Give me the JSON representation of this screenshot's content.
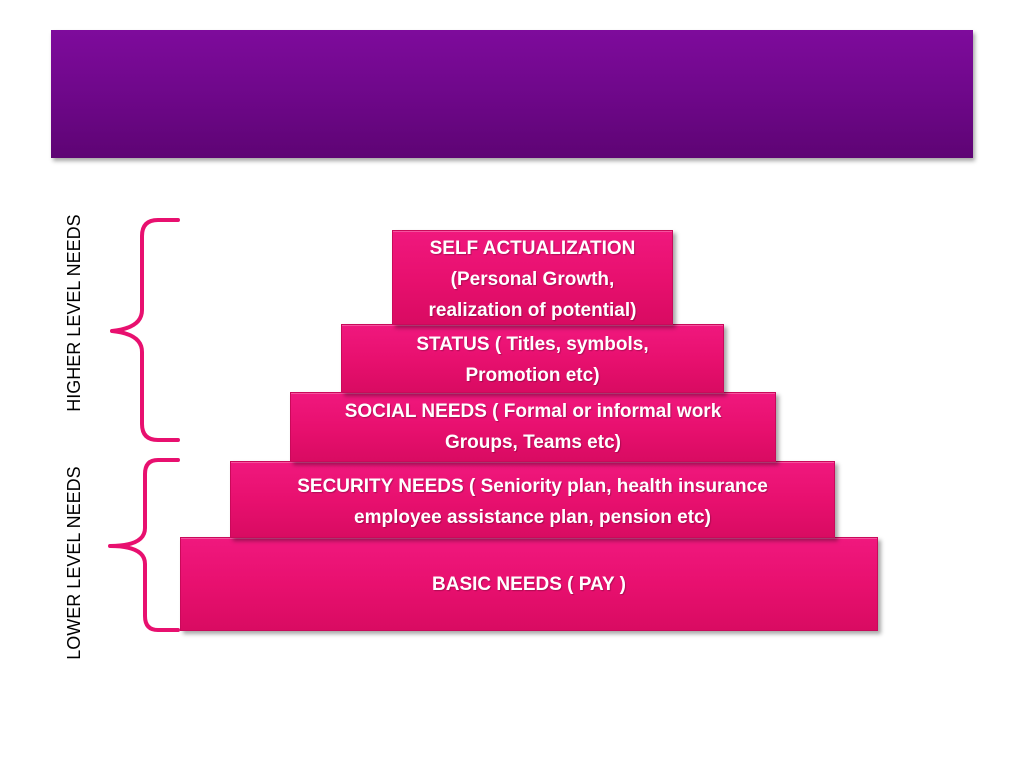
{
  "slide": {
    "title": ""
  },
  "side_labels": {
    "higher": "HIGHER LEVEL NEEDS",
    "lower": "LOWER LEVEL NEEDS"
  },
  "pyramid": {
    "self_actualization": {
      "line1": "SELF ACTUALIZATION",
      "line2": "(Personal Growth,",
      "line3": "realization of potential)"
    },
    "status": {
      "line1": "STATUS ( Titles, symbols,",
      "line2": "Promotion etc)"
    },
    "social": {
      "line1": "SOCIAL NEEDS ( Formal or informal work",
      "line2": "Groups, Teams etc)"
    },
    "security": {
      "line1": "SECURITY NEEDS ( Seniority plan, health insurance",
      "line2": "employee assistance plan, pension etc)"
    },
    "basic": {
      "line1": "BASIC NEEDS ( PAY )"
    }
  },
  "colors": {
    "banner": "#6d0788",
    "step": "#e8106f",
    "brace": "#e8106f",
    "text_on_step": "#ffffff"
  }
}
